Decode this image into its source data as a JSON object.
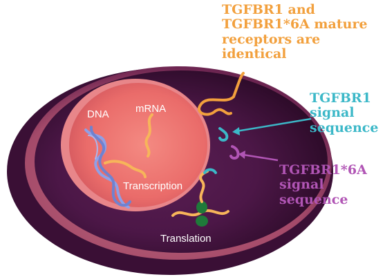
{
  "annotations": {
    "mature_receptors": [
      "TGFBR1 and",
      "TGFBR1*6A mature",
      "receptors are",
      "identical"
    ],
    "tgfbr1_signal": [
      "TGFBR1",
      "signal",
      "sequence"
    ],
    "tgfbr1_6a_signal": [
      "TGFBR1*6A",
      "signal",
      "sequence"
    ]
  },
  "labels": {
    "dna": "DNA",
    "mrna": "mRNA",
    "transcription": "Transcription",
    "translation": "Translation"
  },
  "colors": {
    "orange_text": "#f2a03d",
    "cyan_text": "#3cb8c8",
    "purple_text": "#b155b5",
    "cell_dark": "#3a0f35",
    "nucleus": "#f0706a",
    "dna_helix": "#7b8fd8",
    "mrna": "#f7b55a",
    "ribosome": "#1f7a3a"
  }
}
